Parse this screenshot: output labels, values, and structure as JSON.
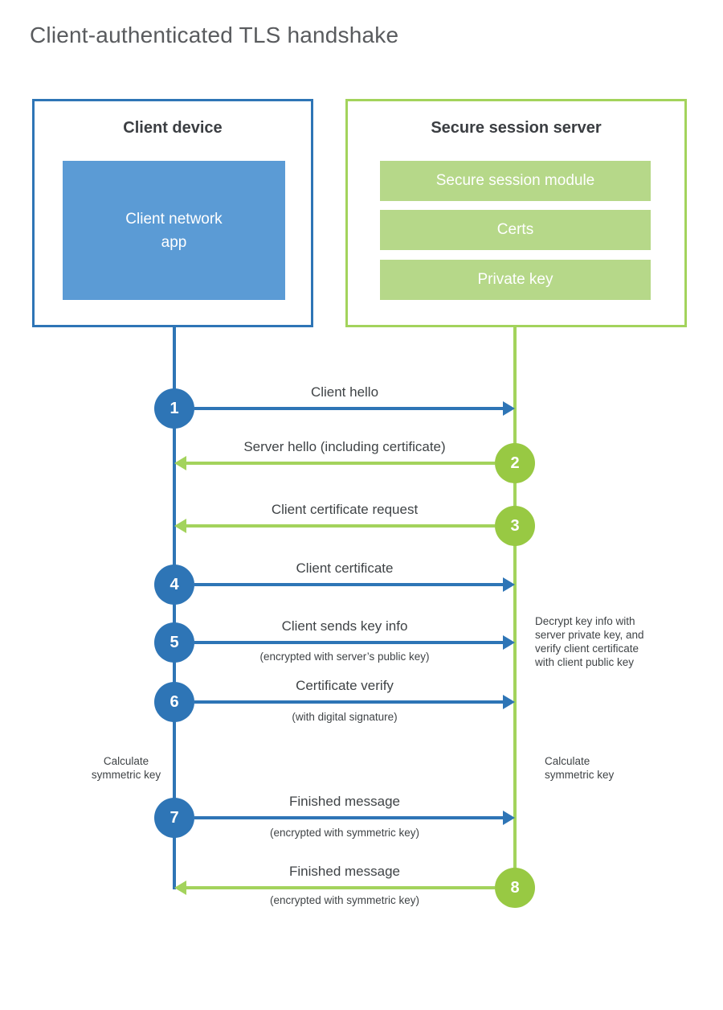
{
  "title": "Client-authenticated TLS handshake",
  "client": {
    "heading": "Client device",
    "app_label": "Client network\napp"
  },
  "server": {
    "heading": "Secure session server",
    "modules": [
      "Secure session module",
      "Certs",
      "Private key"
    ]
  },
  "steps": [
    {
      "number": "1",
      "actor": "client",
      "direction": "client-to-server",
      "label": "Client hello",
      "sublabel": ""
    },
    {
      "number": "2",
      "actor": "server",
      "direction": "server-to-client",
      "label": "Server hello (including certificate)",
      "sublabel": ""
    },
    {
      "number": "3",
      "actor": "server",
      "direction": "server-to-client",
      "label": "Client certificate request",
      "sublabel": ""
    },
    {
      "number": "4",
      "actor": "client",
      "direction": "client-to-server",
      "label": "Client certificate",
      "sublabel": ""
    },
    {
      "number": "5",
      "actor": "client",
      "direction": "client-to-server",
      "label": "Client sends key info",
      "sublabel": "(encrypted with server’s public key)"
    },
    {
      "number": "6",
      "actor": "client",
      "direction": "client-to-server",
      "label": "Certificate verify",
      "sublabel": "(with digital signature)"
    },
    {
      "number": "7",
      "actor": "client",
      "direction": "client-to-server",
      "label": "Finished message",
      "sublabel": "(encrypted with symmetric key)"
    },
    {
      "number": "8",
      "actor": "server",
      "direction": "server-to-client",
      "label": "Finished message",
      "sublabel": "(encrypted with symmetric key)"
    }
  ],
  "annotations": {
    "decrypt_note": "Decrypt key info with\nserver private key, and\nverify client certificate\nwith client public key",
    "calc_left": "Calculate\nsymmetric key",
    "calc_right": "Calculate\nsymmetric key"
  },
  "colors": {
    "client_accent": "#2e75b6",
    "client_fill": "#5b9bd5",
    "server_accent": "#a3d35c",
    "server_circle": "#98c943",
    "server_fill": "#b6d889",
    "text": "#3f4346"
  }
}
